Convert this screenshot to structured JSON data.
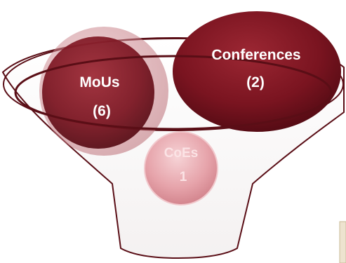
{
  "diagram": {
    "circles": [
      {
        "id": "mous",
        "title": "MoUs",
        "value": "(6)"
      },
      {
        "id": "conferences",
        "title": "Conferences",
        "value": "(2)"
      },
      {
        "id": "coes",
        "title": "CoEs",
        "value": "1"
      }
    ]
  },
  "colors": {
    "dark_red": "#7b1520",
    "funnel_outline": "#5a0e16",
    "pink": "#e8aab0",
    "text_light": "#ffffff",
    "text_faded": "#fbe3e5"
  }
}
